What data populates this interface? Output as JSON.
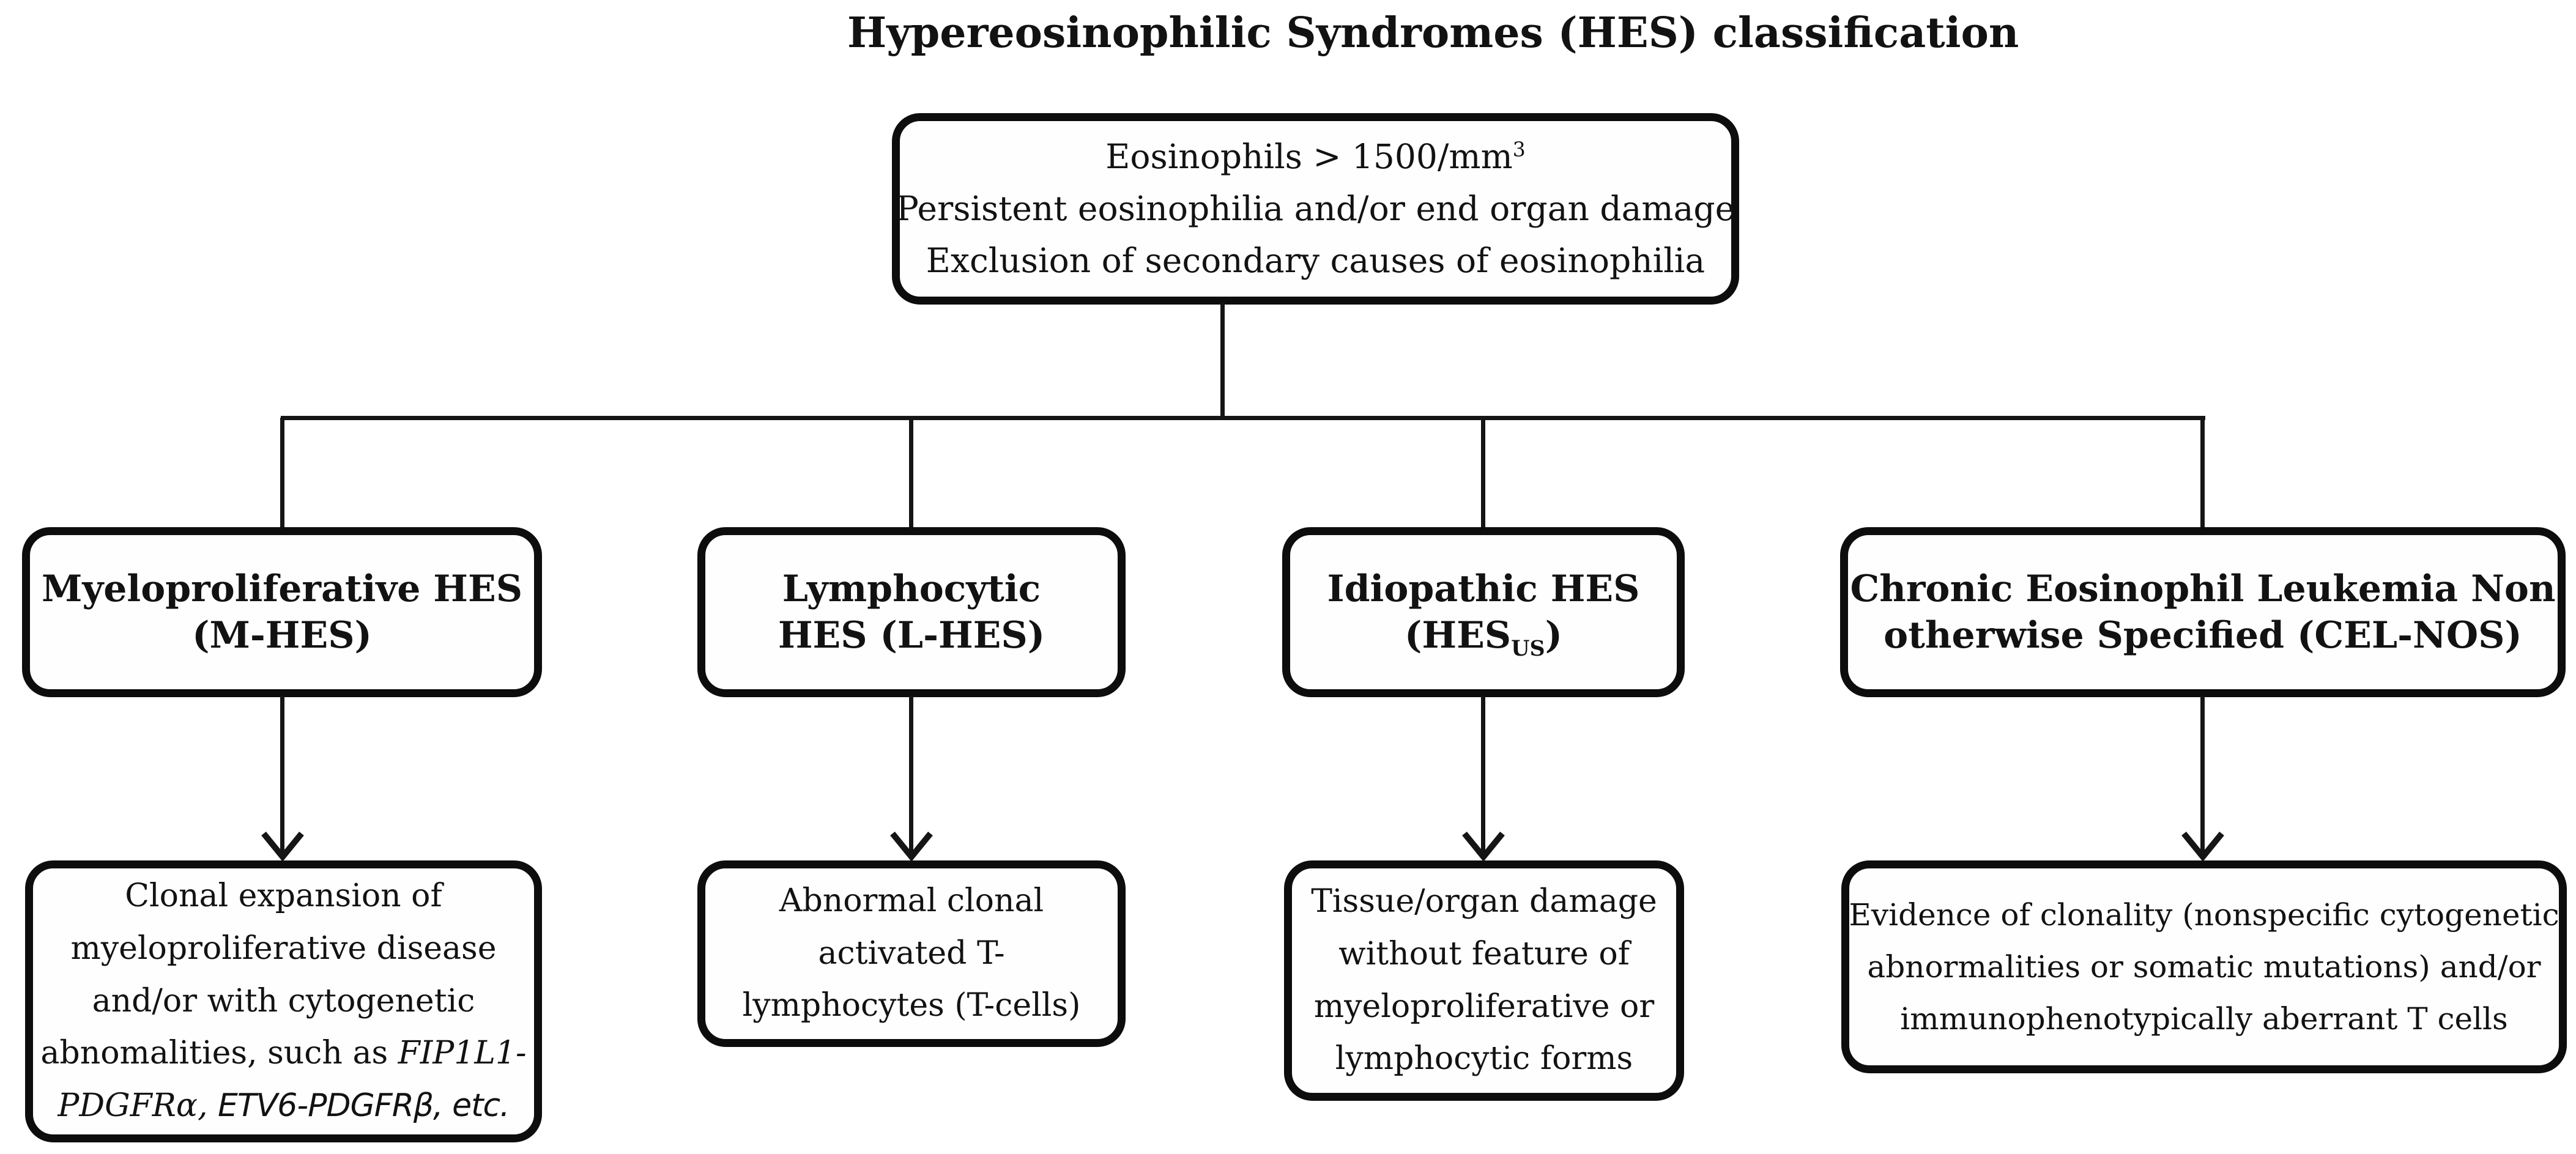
{
  "title": "Hypereosinophilic Syndromes (HES) classification",
  "colors": {
    "ink": "#121212",
    "line": "#151515",
    "box_border": "#0d0d0d",
    "background": "#ffffff"
  },
  "root_box": {
    "lines": [
      [
        {
          "t": "Eosinophils > 1500/mm"
        },
        {
          "t": "3",
          "s": "sup"
        }
      ],
      [
        {
          "t": "Persistent eosinophilia and/or end organ damage"
        }
      ],
      [
        {
          "t": "Exclusion of secondary causes of eosinophilia"
        }
      ]
    ]
  },
  "branches": [
    {
      "id": "m_hes",
      "title_lines": [
        [
          {
            "t": "Myeloproliferative HES"
          }
        ],
        [
          {
            "t": "(M-HES)"
          }
        ]
      ],
      "desc_lines": [
        [
          {
            "t": "Clonal expansion of"
          }
        ],
        [
          {
            "t": "myeloproliferative disease"
          }
        ],
        [
          {
            "t": "and/or with cytogenetic"
          }
        ],
        [
          {
            "t": "abnomalities, such as "
          },
          {
            "t": "FIP1L1-",
            "s": "i"
          }
        ],
        [
          {
            "t": "PDGFRα,",
            "s": "i"
          },
          {
            "t": " "
          },
          {
            "t": "ETV6-PDGFRβ,",
            "s": "is"
          },
          {
            "t": " etc.",
            "s": "is"
          }
        ]
      ]
    },
    {
      "id": "l_hes",
      "title_lines": [
        [
          {
            "t": "Lymphocytic"
          }
        ],
        [
          {
            "t": "HES (L-HES)"
          }
        ]
      ],
      "desc_lines": [
        [
          {
            "t": "Abnormal clonal"
          }
        ],
        [
          {
            "t": "activated T-"
          }
        ],
        [
          {
            "t": "lymphocytes (T-cells)"
          }
        ]
      ]
    },
    {
      "id": "idiopathic_hes",
      "title_lines": [
        [
          {
            "t": "Idiopathic HES"
          }
        ],
        [
          {
            "t": "(HES"
          },
          {
            "t": "US",
            "s": "sub"
          },
          {
            "t": ")"
          }
        ]
      ],
      "desc_lines": [
        [
          {
            "t": "Tissue/organ damage"
          }
        ],
        [
          {
            "t": "without feature of"
          }
        ],
        [
          {
            "t": "myeloproliferative or"
          }
        ],
        [
          {
            "t": "lymphocytic forms"
          }
        ]
      ]
    },
    {
      "id": "cel_nos",
      "title_lines": [
        [
          {
            "t": "Chronic Eosinophil Leukemia Non"
          }
        ],
        [
          {
            "t": "otherwise Specified (CEL-NOS)"
          }
        ]
      ],
      "desc_lines": [
        [
          {
            "t": "Evidence of clonality (nonspecific cytogenetic"
          }
        ],
        [
          {
            "t": "abnormalities or somatic mutations) and/or"
          }
        ],
        [
          {
            "t": "immunophenotypically aberrant T cells"
          }
        ]
      ]
    }
  ]
}
